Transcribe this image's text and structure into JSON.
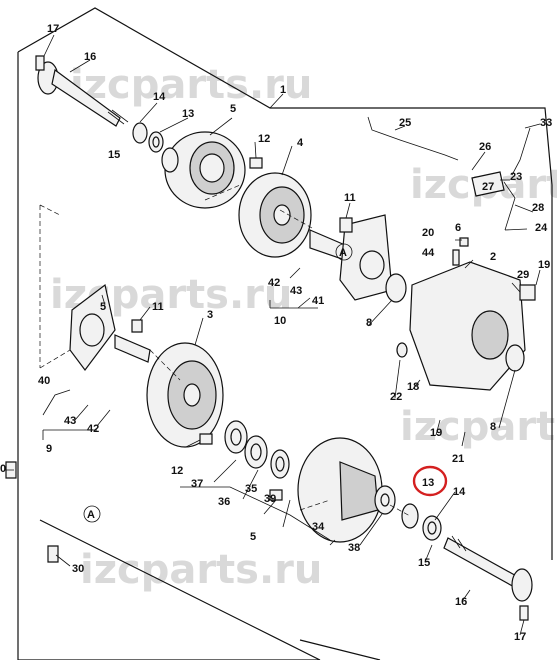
{
  "watermark": "izcparts.ru",
  "callouts": {
    "c1": "1",
    "c2": "2",
    "c3": "3",
    "c4": "4",
    "c5a": "5",
    "c5b": "5",
    "c6": "6",
    "c8a": "8",
    "c8b": "8",
    "c9": "9",
    "c10": "10",
    "c11a": "11",
    "c11b": "11",
    "c12a": "12",
    "c12b": "12",
    "c13a": "13",
    "c13b": "13",
    "c14a": "14",
    "c14b": "14",
    "c15a": "15",
    "c15b": "15",
    "c16a": "16",
    "c16b": "16",
    "c17a": "17",
    "c17b": "17",
    "c18": "18",
    "c19a": "19",
    "c19b": "19",
    "c20": "20",
    "c21": "21",
    "c22": "22",
    "c23": "23",
    "c24": "24",
    "c25": "25",
    "c26": "26",
    "c27": "27",
    "c28": "28",
    "c29": "29",
    "c30": "30",
    "c0": "0",
    "c33": "33",
    "c34": "34",
    "c35": "35",
    "c36": "36",
    "c37": "37",
    "c38": "38",
    "c39": "39",
    "c40": "40",
    "c41": "41",
    "c42a": "42",
    "c42b": "42",
    "c43a": "43",
    "c43b": "43",
    "c44": "44",
    "refA1": "A",
    "refA2": "A"
  },
  "highlight": {
    "label": "13",
    "color": "#d42020"
  }
}
